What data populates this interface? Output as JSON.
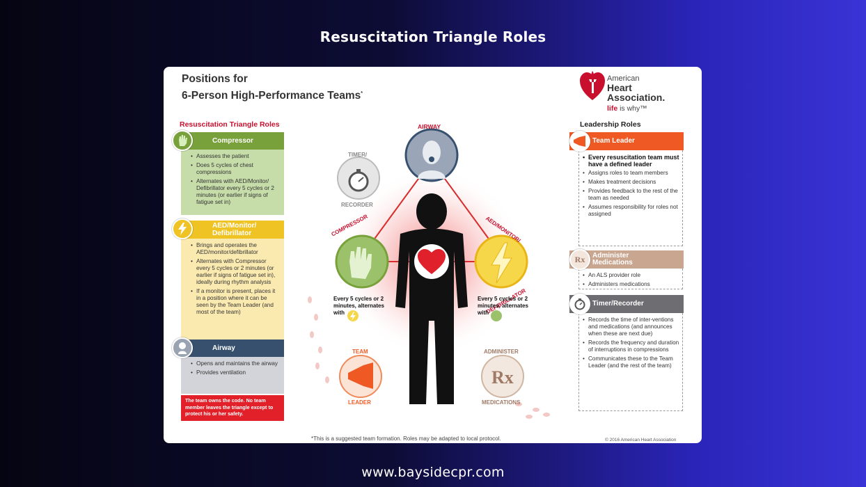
{
  "page": {
    "title": "Resuscitation Triangle Roles",
    "footer_url": "www.baysidecpr.com"
  },
  "poster": {
    "title_line1": "Positions for",
    "title_line2": "6-Person High-Performance Teams",
    "title_mark": "*",
    "logo": {
      "line1": "American",
      "line2": "Heart",
      "line3": "Association.",
      "tagline_life": "life",
      "tagline_rest": " is why™",
      "icon": "heart-torch-icon",
      "color": "#c8102e"
    },
    "left_section_label": "Resuscitation Triangle Roles",
    "right_section_label": "Leadership Roles",
    "triangle_roles": {
      "compressor": {
        "name": "Compressor",
        "icon": "hand-icon",
        "color": "#78a13b",
        "bullets": [
          "Assesses the patient",
          "Does 5 cycles of chest compressions",
          "Alternates with AED/Monitor/ Defibrillator every 5 cycles or 2 minutes (or earlier if signs of fatigue set in)"
        ]
      },
      "aed": {
        "name_line1": "AED/Monitor/",
        "name_line2": "Defibrillator",
        "icon": "lightning-icon",
        "color": "#f0c324",
        "bullets": [
          "Brings and operates the AED/monitor/defibrillator",
          "Alternates with Compressor every 5 cycles or 2 minutes (or earlier if signs of fatigue set in), ideally during rhythm analysis",
          "If a monitor is present, places it in a position where it can be seen by the Team Leader (and most of the team)"
        ]
      },
      "airway": {
        "name": "Airway",
        "icon": "airway-mask-icon",
        "color": "#36506e",
        "bullets": [
          "Opens and maintains the airway",
          "Provides ventilation"
        ]
      },
      "team_note": "The team owns the code. No team member leaves the triangle except to protect his or her safety."
    },
    "leadership_roles": {
      "team_leader": {
        "name": "Team Leader",
        "icon": "megaphone-icon",
        "color": "#ef5a24",
        "bullets": [
          "Every resuscitation team must have a defined leader",
          "Assigns roles to team members",
          "Makes treatment decisions",
          "Provides feedback to the rest of the team as needed",
          "Assumes responsibility for roles not assigned"
        ]
      },
      "medications": {
        "name_line1": "Administer",
        "name_line2": "Medications",
        "icon": "rx-icon",
        "icon_glyph": "Rx",
        "color": "#c9a690",
        "bullets": [
          "An ALS provider role",
          "Administers medications"
        ]
      },
      "timer": {
        "name": "Timer/Recorder",
        "icon": "stopwatch-icon",
        "color": "#6e6e72",
        "bullets": [
          "Records the time of inter-ventions and medications (and announces when these are next due)",
          "Records the frequency and duration of interruptions in compressions",
          "Communicates these to the Team Leader (and the rest of the team)"
        ]
      }
    },
    "diagram": {
      "airway_label": "AIRWAY",
      "compressor_label": "COMPRESSOR",
      "aed_label_top": "AED/MONITOR/",
      "aed_label_bottom": "DEFIBRILLATOR",
      "timer_label_top": "TIMER/",
      "timer_label_bottom": "RECORDER",
      "leader_label_top": "TEAM",
      "leader_label_bottom": "LEADER",
      "meds_label_top": "ADMINISTER",
      "meds_label_bottom": "MEDICATIONS",
      "compressor_note_line1": "Every 5 cycles or 2",
      "compressor_note_line2": "minutes, alternates",
      "compressor_note_line3": "with",
      "aed_note_line1": "Every 5 cycles or 2",
      "aed_note_line2": "minutes, alternates",
      "aed_note_line3": "with",
      "rx_glyph": "Rx"
    },
    "footnote": "*This is a suggested team formation. Roles may be adapted to local protocol.",
    "copyright": "© 2016 American Heart Association"
  }
}
